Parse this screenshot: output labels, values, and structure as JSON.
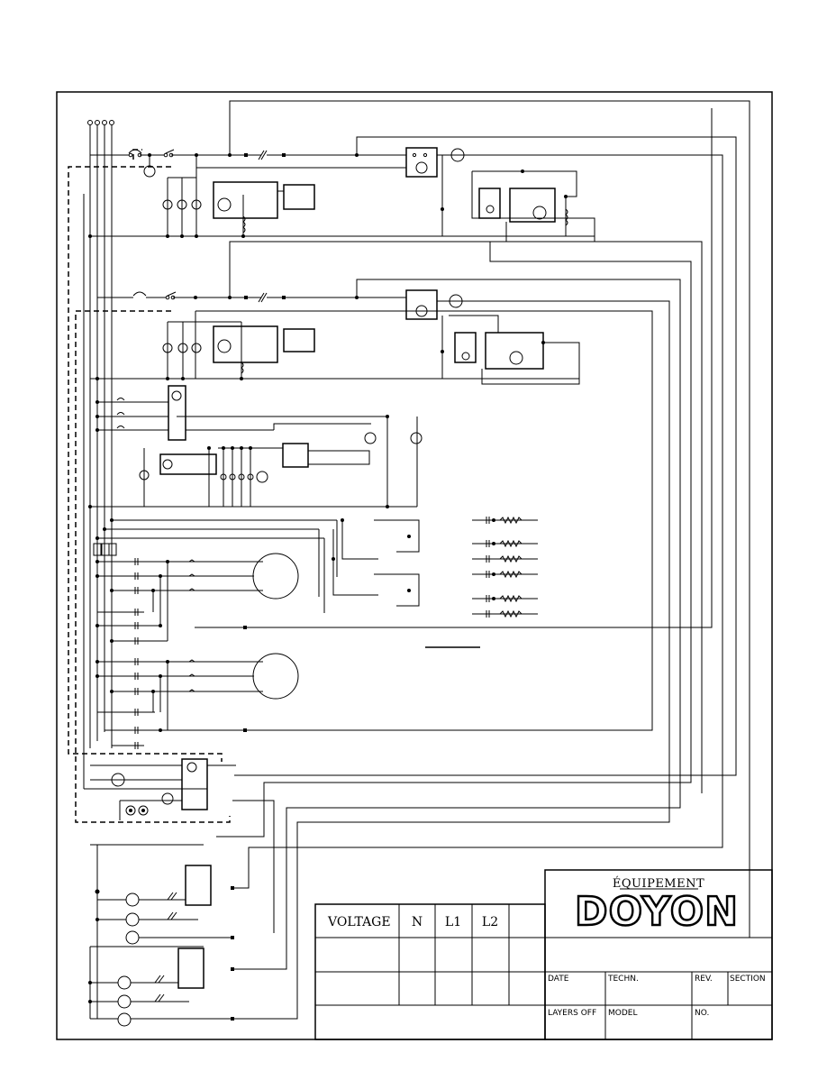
{
  "title_block": {
    "brand_line1": "ÉQUIPEMENT",
    "brand_line2": "DOYON",
    "voltage_label": "VOLTAGE",
    "col_n": "N",
    "col_l1": "L1",
    "col_l2": "L2",
    "date_label": "DATE",
    "techn_label": "TECHN.",
    "rev_label": "REV.",
    "section_label": "SECTION",
    "layers_off_label": "LAYERS OFF",
    "model_label": "MODEL",
    "no_label": "NO."
  }
}
